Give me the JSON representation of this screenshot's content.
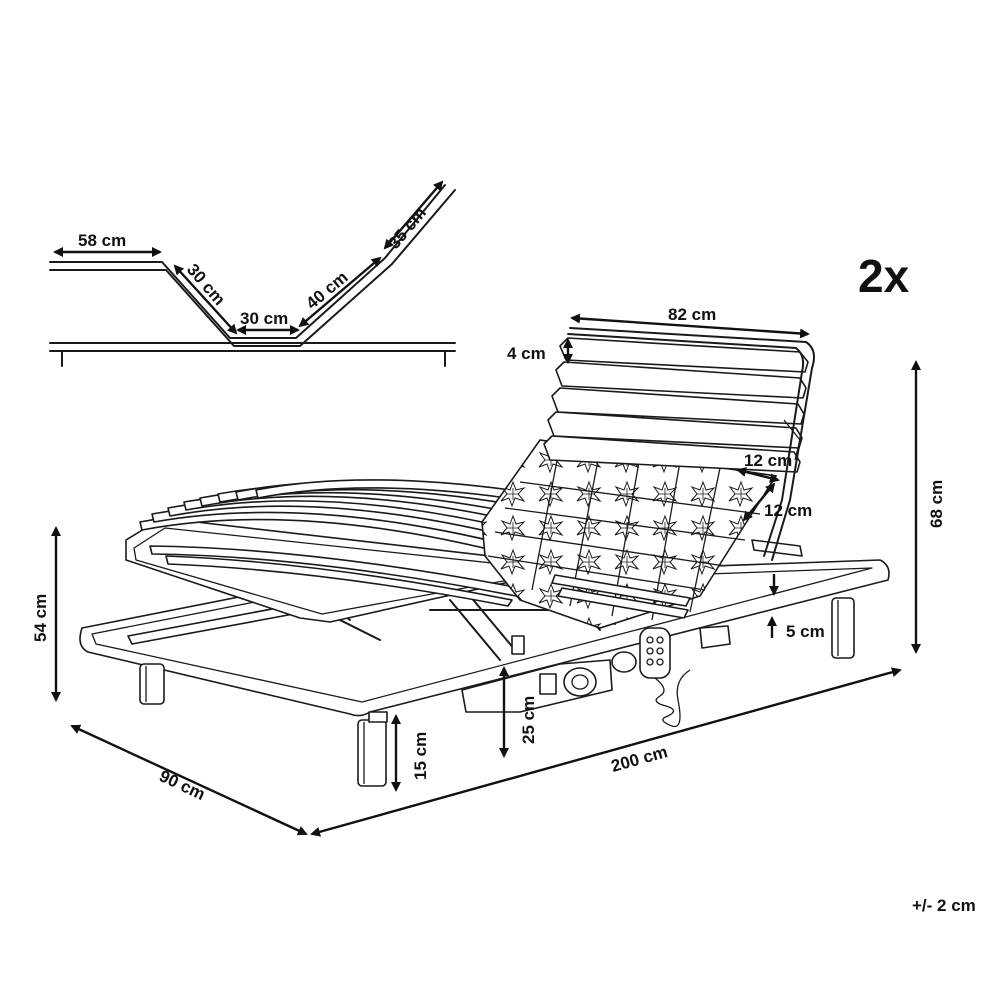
{
  "quantity": "2x",
  "tolerance": "+/- 2 cm",
  "profile": {
    "seg_head_flat": "58 cm",
    "seg_down": "30 cm",
    "seg_bottom": "30 cm",
    "seg_up": "40 cm",
    "seg_top": "35 cm"
  },
  "dimensions": {
    "headrest_width": "82 cm",
    "headrest_slat": "4 cm",
    "total_height": "68 cm",
    "mid_height": "54 cm",
    "slat_gap_a": "12 cm",
    "slat_gap_b": "12 cm",
    "frame_depth": "5 cm",
    "clearance": "25 cm",
    "leg_height": "15 cm",
    "length": "200 cm",
    "width": "90 cm"
  },
  "colors": {
    "line": "#1a1a1a",
    "background": "#ffffff"
  }
}
